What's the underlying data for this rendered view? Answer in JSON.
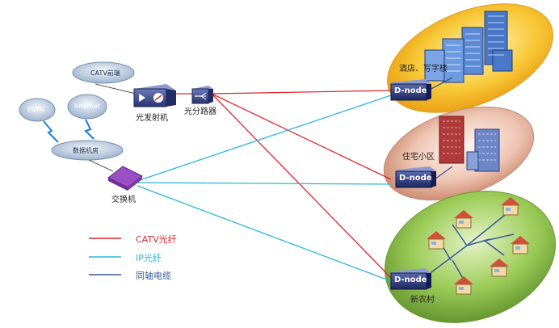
{
  "sources": {
    "catv_headend": "CATV前端",
    "pstn": "PSTN",
    "internet": "Internet",
    "data_room": "数据机房"
  },
  "devices": {
    "optical_transmitter": "光发射机",
    "splitter": "光分路器",
    "switch": "交换机"
  },
  "areas": {
    "hotel": {
      "label": "酒店、写字楼",
      "node": "D-node"
    },
    "residential": {
      "label": "住宅小区",
      "node": "D-node"
    },
    "rural": {
      "label": "新农村",
      "node": "D-node"
    }
  },
  "legend": [
    {
      "label": "CATV光纤",
      "color": "#e0262b"
    },
    {
      "label": "IP光纤",
      "color": "#2cb6d8"
    },
    {
      "label": "同轴电缆",
      "color": "#3a5a9c"
    }
  ],
  "colors": {
    "catv": "#e0262b",
    "ip": "#2cb6d8",
    "coax": "#3a5a9c",
    "hotel_bg": "#f6b519",
    "residential_bg": "#e6b5a3",
    "rural_bg": "#8fb84b"
  }
}
